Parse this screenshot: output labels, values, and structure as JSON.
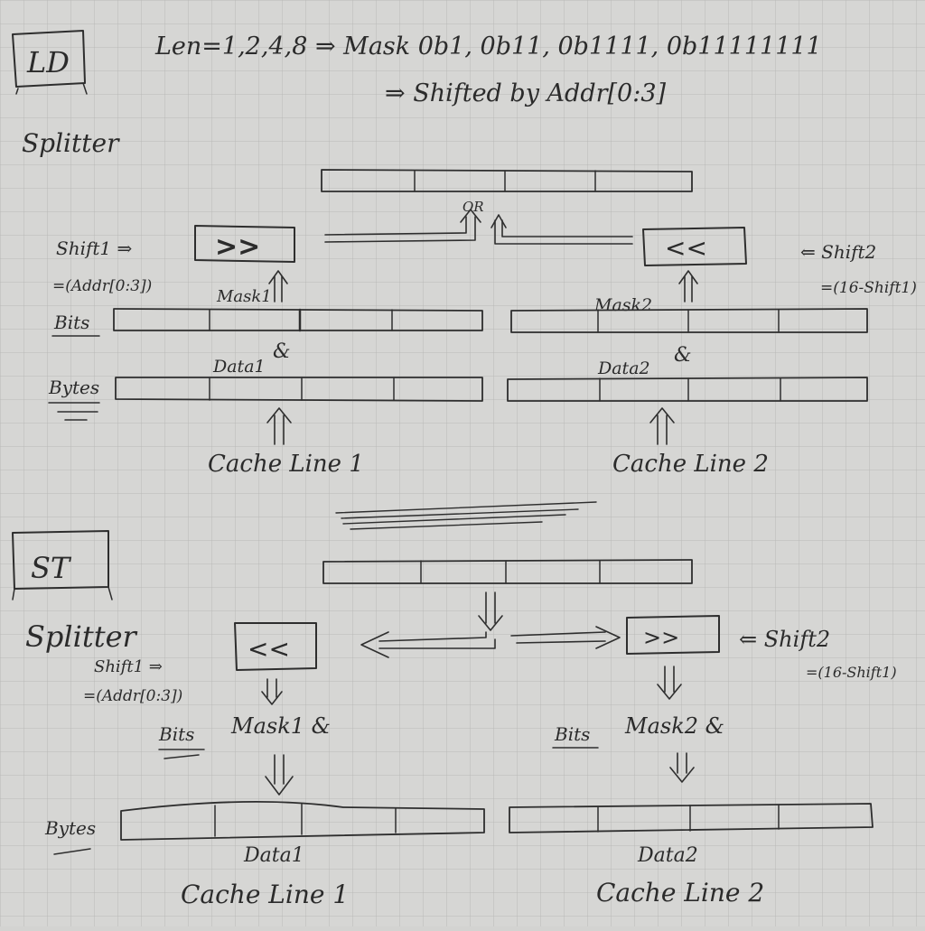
{
  "ld": {
    "section_label": "LD",
    "section_sub": "Splitter",
    "note_len": "Len=1,2,4,8 ⇒ Mask 0b1, 0b11, 0b1111, 0b11111111",
    "note_shift": "⇒ Shifted by Addr[0:3]",
    "or_label": "OR",
    "shift1_op": "Shift1 ⇒",
    "shift1_def": "=(Addr[0:3])",
    "shift2_op": "⇐ Shift2",
    "shift2_def": "=(16-Shift1)",
    "shifter_left": ">>",
    "shifter_right": "<<",
    "mask1": "Mask1",
    "mask2": "Mask2",
    "bits_label": "Bits",
    "bytes_label": "Bytes",
    "data1": "Data1",
    "data2": "Data2",
    "and_symbol": "&",
    "cache_line1": "Cache Line 1",
    "cache_line2": "Cache Line 2"
  },
  "st": {
    "section_label": "ST",
    "section_sub": "Splitter",
    "shift1_op": "Shift1 ⇒",
    "shift1_def": "=(Addr[0:3])",
    "shift2_op": "⇐ Shift2",
    "shift2_def": "=(16-Shift1)",
    "shifter_left": "<<",
    "shifter_right": ">>",
    "bits_label": "Bits",
    "bytes_label": "Bytes",
    "mask1_and": "Mask1 &",
    "mask2_and": "Mask2 &",
    "data1": "Data1",
    "data2": "Data2",
    "cache_line1": "Cache Line 1",
    "cache_line2": "Cache Line 2"
  }
}
